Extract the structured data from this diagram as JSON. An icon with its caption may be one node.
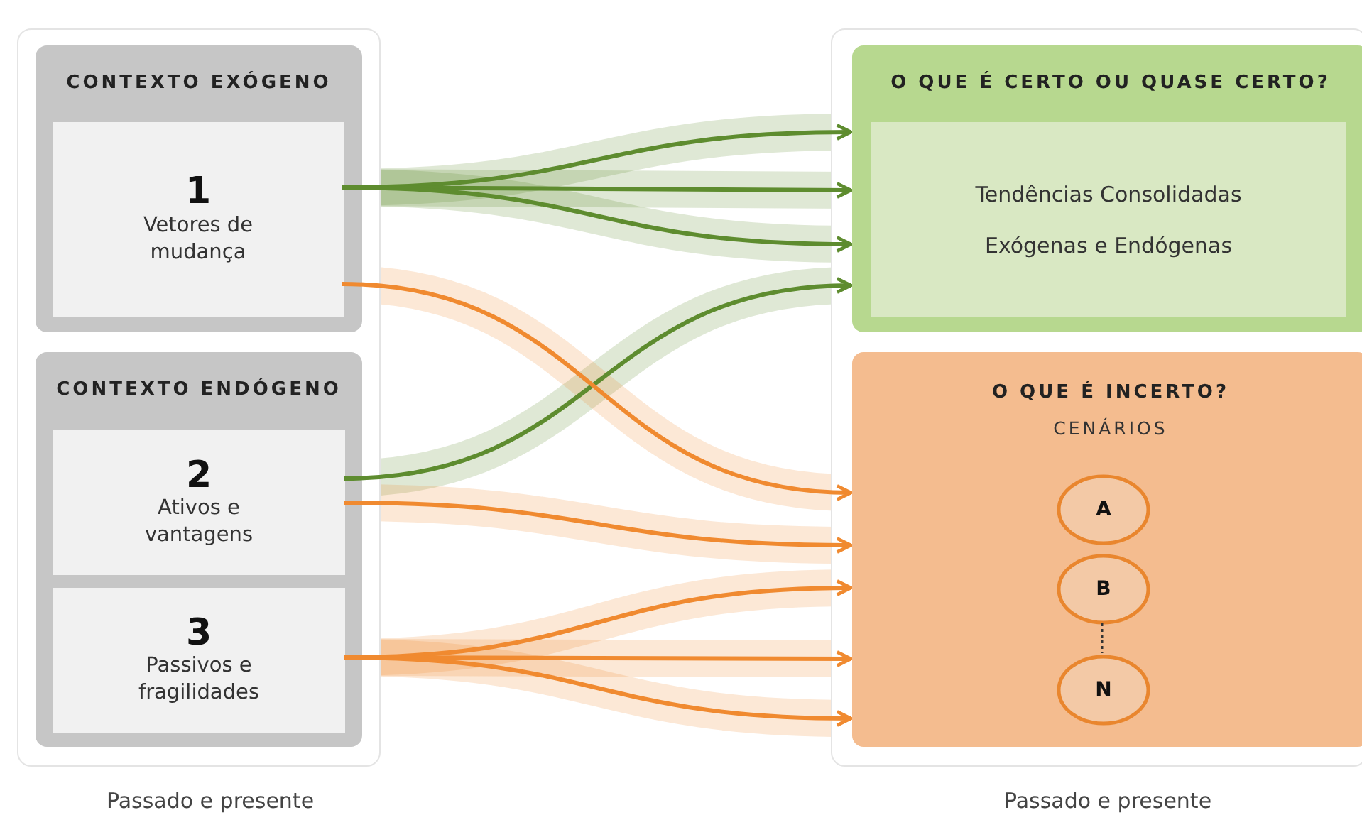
{
  "diagram": {
    "nodes": [
      {
        "text": [],
        "shape": "box",
        "beside": [
          "Passado e presente"
        ]
      },
      {
        "text": [
          "CONTEXTO EXÓGENO"
        ],
        "in": 0
      },
      {
        "text": [
          "1",
          "Vetores de mudança"
        ],
        "in": 1
      },
      {
        "text": [
          "CONTEXTO ENDÓGENO"
        ],
        "in": 0
      },
      {
        "text": [
          "2",
          "Ativos e vantagens"
        ],
        "in": 3
      },
      {
        "text": [
          "3",
          "Passivos e fragilidades"
        ],
        "in": 3
      },
      {
        "text": [],
        "shape": "box",
        "beside": [
          "Passado e presente"
        ]
      },
      {
        "text": [
          "O QUE É CERTO OU QUASE CERTO?"
        ],
        "in": 6
      },
      {
        "text": [
          "Tendências Consolidadas",
          "Exógenas e Endógenas"
        ],
        "in": 7
      },
      {
        "text": [
          "O QUE É INCERTO?",
          "CENÁRIOS"
        ],
        "in": 6
      },
      {
        "text": [
          "A"
        ],
        "in": 9
      },
      {
        "text": [
          "B"
        ],
        "in": 9
      },
      {
        "text": [
          "N"
        ],
        "in": 9
      }
    ],
    "edges": [
      {
        "from": 2,
        "to": 7,
        "arrow": "to",
        "color": "#5e8c2f"
      },
      {
        "from": 2,
        "to": 7,
        "arrow": "to",
        "color": "#5e8c2f"
      },
      {
        "from": 2,
        "to": 7,
        "arrow": "to",
        "color": "#5e8c2f"
      },
      {
        "from": 4,
        "to": 7,
        "arrow": "to",
        "color": "#5e8c2f"
      },
      {
        "from": 2,
        "to": 9,
        "arrow": "to"
      },
      {
        "from": 4,
        "to": 9,
        "arrow": "to"
      },
      {
        "from": 5,
        "to": 9,
        "arrow": "to"
      },
      {
        "from": 5,
        "to": 9,
        "arrow": "to"
      },
      {
        "from": 5,
        "to": 9,
        "arrow": "to"
      },
      {
        "from": 11,
        "to": 12,
        "arrow": "none",
        "style": "dashed",
        "color": "#333333"
      }
    ]
  }
}
